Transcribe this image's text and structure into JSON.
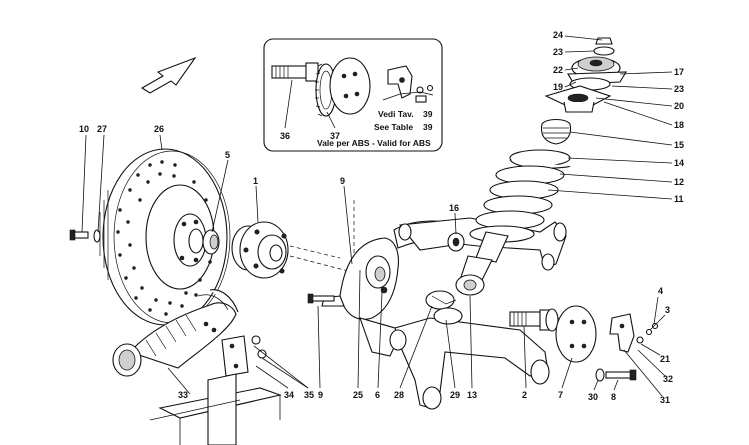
{
  "inset": {
    "ref_line1_label": "Vedi Tav.",
    "ref_line1_value": "39",
    "ref_line2_label": "See Table",
    "ref_line2_value": "39",
    "abs_note": "Vale per ABS - Valid for ABS",
    "labels": [
      "36",
      "37"
    ]
  },
  "callouts": {
    "c24": "24",
    "c23a": "23",
    "c22": "22",
    "c19": "19",
    "c17": "17",
    "c23b": "23",
    "c20": "20",
    "c18": "18",
    "c15": "15",
    "c14": "14",
    "c12": "12",
    "c11": "11",
    "c16": "16",
    "c10": "10",
    "c27": "27",
    "c26": "26",
    "c5": "5",
    "c1": "1",
    "c9a": "9",
    "c9b": "9",
    "c4": "4",
    "c3": "3",
    "c21": "21",
    "c32": "32",
    "c31": "31",
    "c33": "33",
    "c34": "34",
    "c35": "35",
    "c25": "25",
    "c6": "6",
    "c28": "28",
    "c29": "29",
    "c13": "13",
    "c2": "2",
    "c7": "7",
    "c30": "30",
    "c8": "8"
  },
  "icons": [
    "direction-arrow-icon"
  ]
}
